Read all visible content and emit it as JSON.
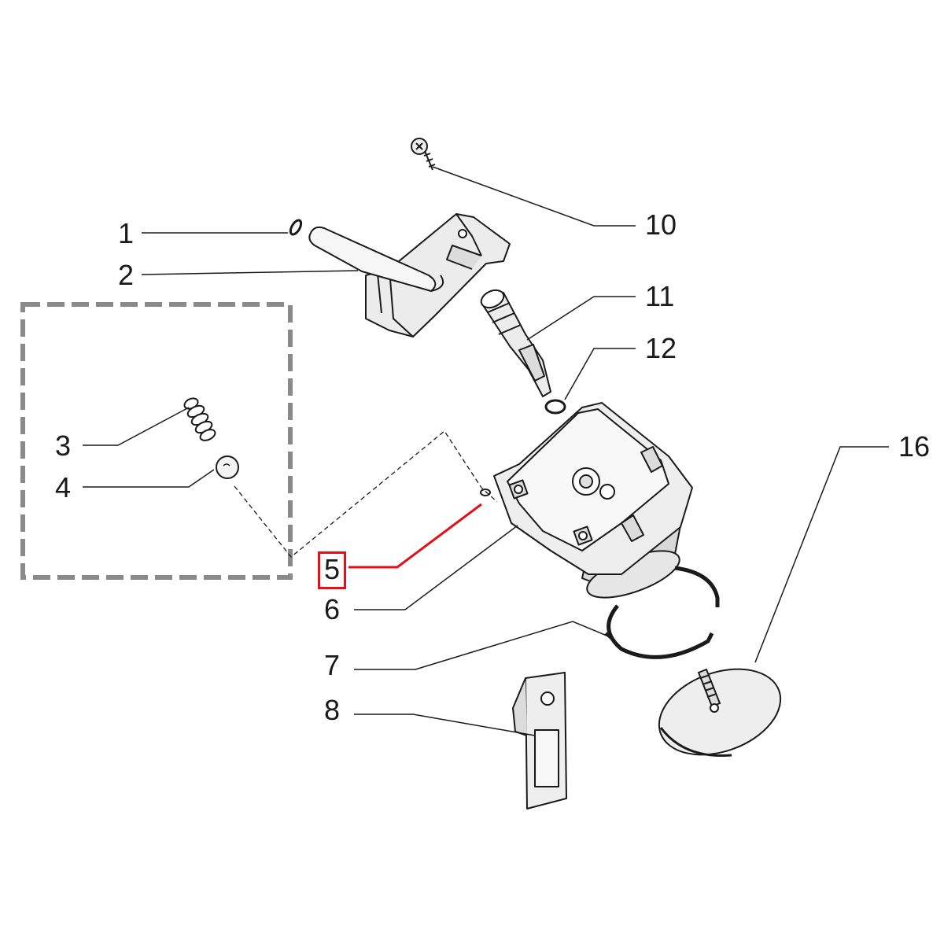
{
  "diagram": {
    "callouts": [
      {
        "id": "1",
        "label": "1"
      },
      {
        "id": "2",
        "label": "2"
      },
      {
        "id": "3",
        "label": "3"
      },
      {
        "id": "4",
        "label": "4"
      },
      {
        "id": "5",
        "label": "5",
        "highlighted": true
      },
      {
        "id": "6",
        "label": "6"
      },
      {
        "id": "7",
        "label": "7"
      },
      {
        "id": "8",
        "label": "8"
      },
      {
        "id": "10",
        "label": "10"
      },
      {
        "id": "11",
        "label": "11"
      },
      {
        "id": "12",
        "label": "12"
      },
      {
        "id": "16",
        "label": "16"
      }
    ],
    "colors": {
      "line": "#1a1a1a",
      "highlight": "#e3101a",
      "group_box": "#8a8a8a",
      "part_fill": "#ececec",
      "part_shade": "#cfcfcf"
    }
  }
}
